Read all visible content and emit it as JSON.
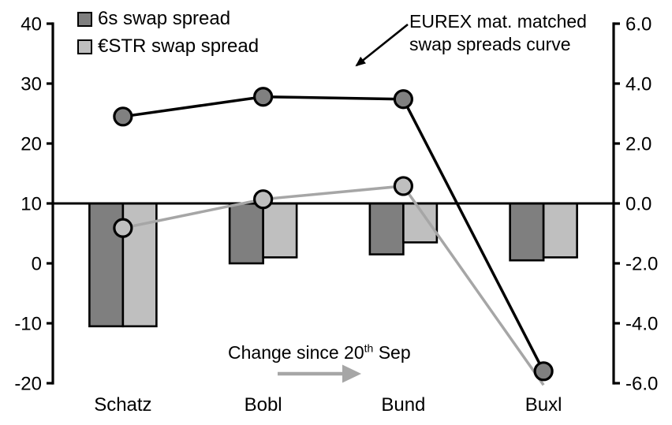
{
  "legend": {
    "items": [
      {
        "label": "6s swap spread",
        "color": "#7f7f7f"
      },
      {
        "label": "€STR swap spread",
        "color": "#bfbfbf"
      }
    ]
  },
  "annotations": {
    "eurex": {
      "text": "EUREX mat. matched\nswap spreads curve"
    },
    "change": {
      "text_before": "Change since 20",
      "superscript": "th",
      "text_after": " Sep"
    }
  },
  "colors": {
    "dark_gray": "#7f7f7f",
    "light_gray": "#bfbfbf",
    "line_black": "#000000",
    "line_gray": "#a6a6a6",
    "marker_dark": "#808080",
    "marker_light": "#bfbfbf"
  },
  "chart_data": {
    "type": "combo (bars + lines, dual axis)",
    "categories": [
      "Schatz",
      "Bobl",
      "Bund",
      "Buxl"
    ],
    "left_axis": {
      "min": -20,
      "max": 40,
      "ticks": [
        "40",
        "30",
        "20",
        "10",
        "0",
        "-10",
        "-20"
      ]
    },
    "right_axis": {
      "min": -6,
      "max": 6,
      "ticks": [
        "6.0",
        "4.0",
        "2.0",
        "0.0",
        "-2.0",
        "-4.0",
        "-6.0"
      ]
    },
    "baseline_left_value": 10,
    "baseline_right_value": 0,
    "bar_series": [
      {
        "name": "6s swap spread change",
        "axis": "right",
        "color": "#7f7f7f",
        "values": [
          -4.1,
          -2.0,
          -1.7,
          -1.9
        ]
      },
      {
        "name": "€STR swap spread change",
        "axis": "right",
        "color": "#bfbfbf",
        "values": [
          -4.1,
          -1.8,
          -1.3,
          -1.8
        ]
      }
    ],
    "line_series": [
      {
        "name": "€STR swap spread level",
        "axis": "left",
        "color": "#a6a6a6",
        "marker_color": "#bfbfbf",
        "values": [
          5.9,
          10.7,
          12.9,
          -20.3
        ],
        "markers": [
          true,
          true,
          true,
          false
        ]
      },
      {
        "name": "6s swap spread level",
        "axis": "left",
        "color": "#000000",
        "marker_color": "#808080",
        "values": [
          24.5,
          27.8,
          27.4,
          -18.0
        ],
        "markers": [
          true,
          true,
          true,
          true
        ]
      }
    ],
    "legend_position": "top-left",
    "grid": "off",
    "note": "Bars = change since 20th Sep (right axis); lines = EUREX maturity-matched swap spreads curve (left axis)"
  }
}
